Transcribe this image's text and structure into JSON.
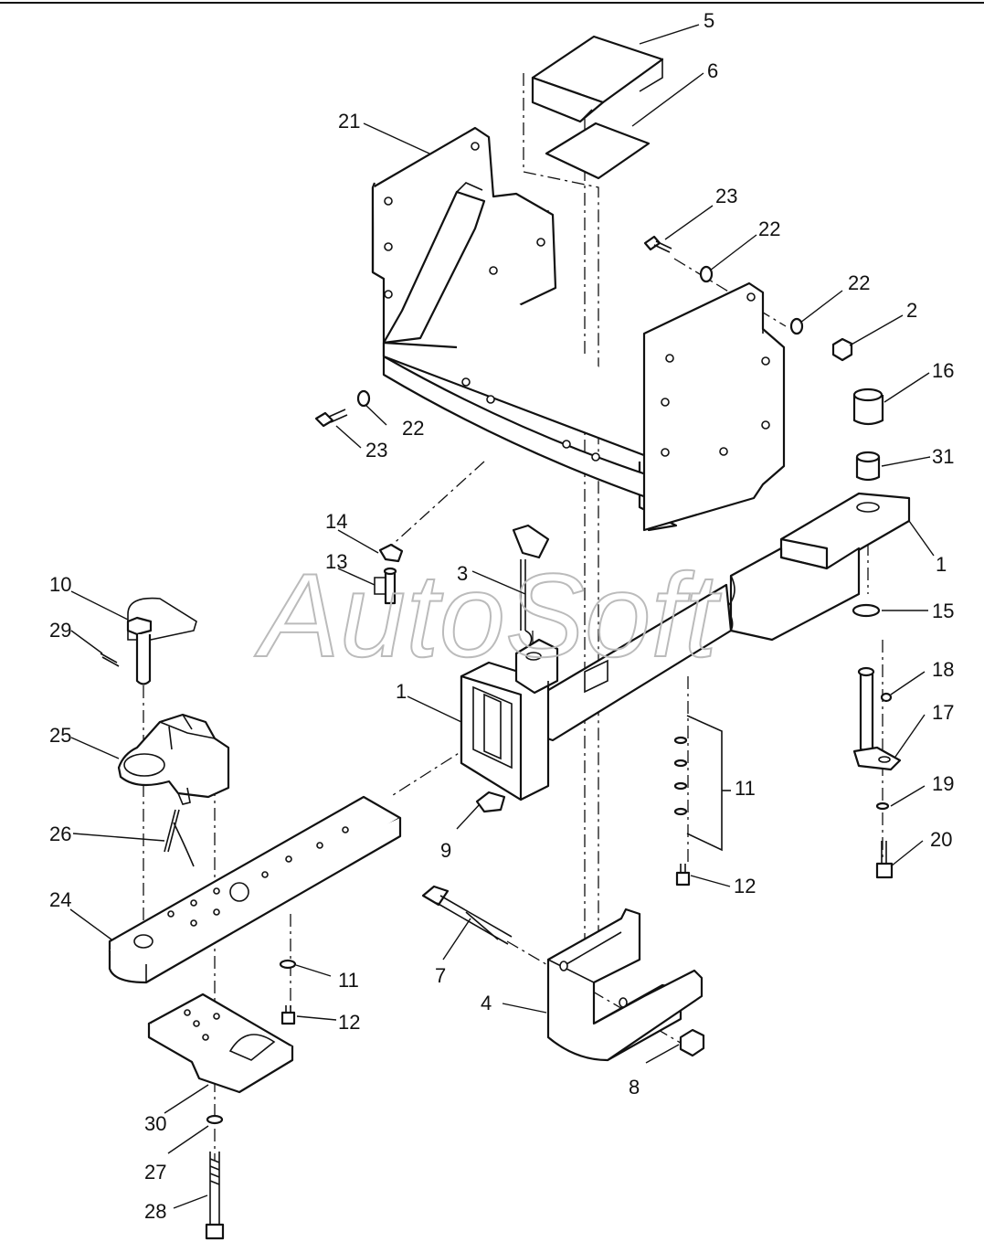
{
  "watermark": {
    "text": "AutoSoft"
  },
  "callouts": [
    "5",
    "6",
    "21",
    "23",
    "22",
    "22",
    "2",
    "16",
    "31",
    "1",
    "15",
    "18",
    "17",
    "19",
    "20",
    "14",
    "13",
    "3",
    "10",
    "29",
    "1",
    "25",
    "26",
    "24",
    "9",
    "11",
    "12",
    "7",
    "4",
    "11",
    "12",
    "8",
    "30",
    "27",
    "28",
    "22",
    "23"
  ]
}
